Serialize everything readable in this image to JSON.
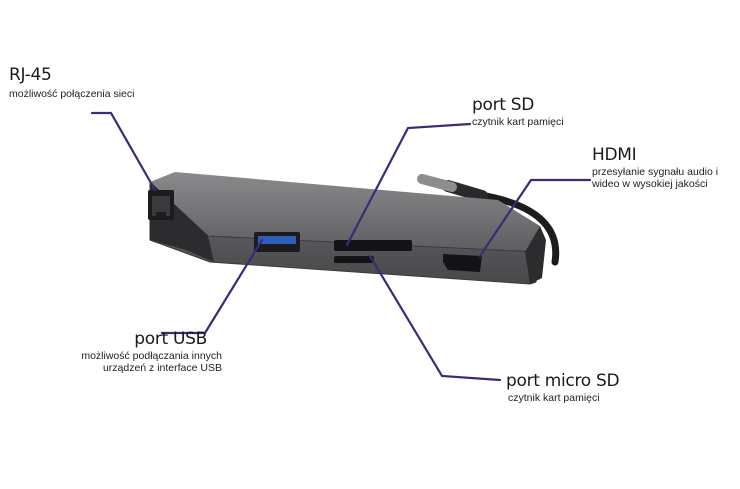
{
  "colors": {
    "leader_line": "#3b2a7a",
    "hub_body": "#6f6f72",
    "hub_edge": "#3a3a3c",
    "usb_blue": "#2f5fb7"
  },
  "labels": {
    "rj45": {
      "title": "RJ-45",
      "desc": "możliwość połączenia sieci"
    },
    "sd": {
      "title": "port SD",
      "desc": "czytnik kart pamięci"
    },
    "hdmi": {
      "title": "HDMI",
      "desc": "przesyłanie sygnału audio i wideo w wysokiej jakości"
    },
    "usb": {
      "title": "port USB",
      "desc": "możliwość podłączania innych urządzeń z interface USB"
    },
    "microsd": {
      "title": "port micro SD",
      "desc": "czytnik kart pamięci"
    }
  }
}
